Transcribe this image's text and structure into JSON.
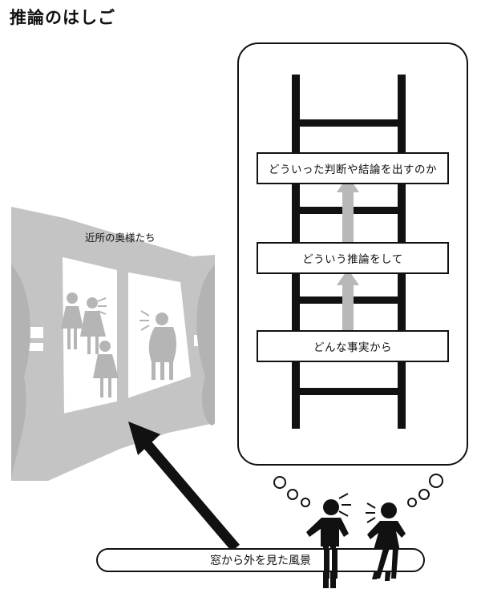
{
  "title": "推論のはしご",
  "neighbors_label": "近所の奥様たち",
  "ladder": {
    "steps": [
      {
        "label": "どういった判断や結論を出すのか"
      },
      {
        "label": "どういう推論をして"
      },
      {
        "label": "どんな事実から"
      }
    ]
  },
  "window_label": "窓から外を見た風景",
  "colors": {
    "ink": "#111111",
    "gray": "#bdbdbd",
    "arrow_gray": "#b8b8b8"
  }
}
